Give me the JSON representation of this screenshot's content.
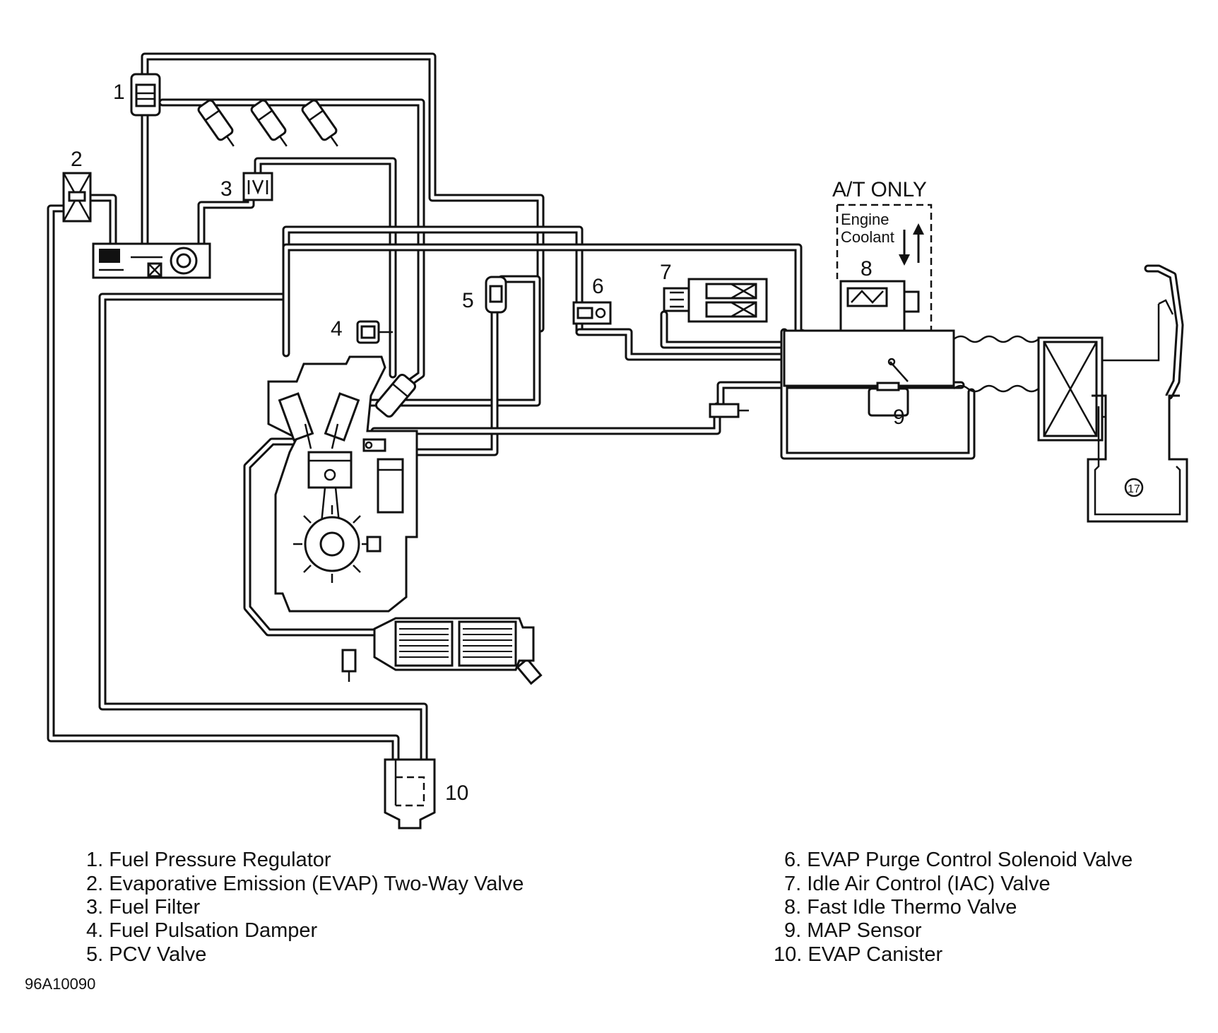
{
  "callouts": {
    "n1": "1",
    "n2": "2",
    "n3": "3",
    "n4": "4",
    "n5": "5",
    "n6": "6",
    "n7": "7",
    "n8": "8",
    "n9": "9",
    "n10": "10",
    "n17": "17"
  },
  "at_only": {
    "title": "A/T ONLY",
    "engine_coolant_line1": "Engine",
    "engine_coolant_line2": "Coolant"
  },
  "legend": {
    "left": [
      "1. Fuel Pressure Regulator",
      "2. Evaporative Emission (EVAP) Two-Way Valve",
      "3. Fuel Filter",
      "4. Fuel Pulsation Damper",
      "5. PCV Valve"
    ],
    "right": [
      "6. EVAP Purge Control Solenoid Valve",
      "7. Idle Air Control (IAC) Valve",
      "8. Fast Idle Thermo Valve",
      "9. MAP Sensor",
      "10. EVAP Canister"
    ]
  },
  "figure_id": "96A10090"
}
